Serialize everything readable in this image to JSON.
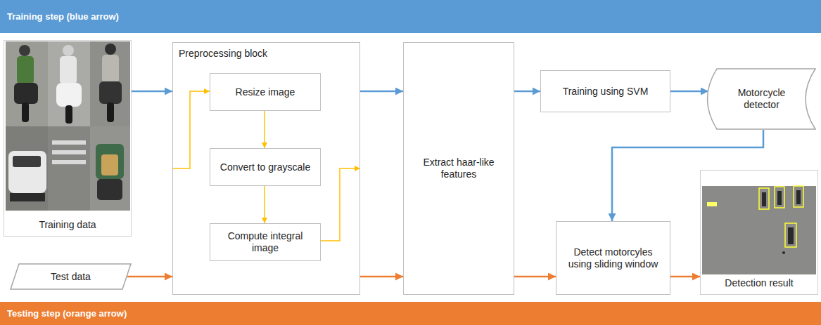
{
  "diagram": {
    "nodes": [
      {
        "text": [
          "Training step (blue arrow)"
        ]
      },
      {
        "text": [
          "Training data"
        ]
      },
      {
        "text": [
          "Preprocessing block"
        ]
      },
      {
        "text": [
          "Resize image"
        ],
        "in": 2
      },
      {
        "text": [
          "Convert to grayscale"
        ],
        "in": 2
      },
      {
        "text": [
          "Compute integral image"
        ],
        "in": 2
      },
      {
        "text": [
          "Extract haar-like features"
        ]
      },
      {
        "text": [
          "Training using SVM"
        ]
      },
      {
        "text": [
          "Motorcycle detector"
        ]
      },
      {
        "text": [
          "Detection result"
        ]
      },
      {
        "text": [
          "Detect motorcyles using sliding window"
        ]
      },
      {
        "text": [
          "Test data"
        ]
      },
      {
        "text": [
          "Testing step (orange arrow)"
        ]
      }
    ],
    "edges": [
      {
        "from": 1,
        "to": 2,
        "arrow": "to"
      },
      {
        "from": 2,
        "to": 3,
        "arrow": "to"
      },
      {
        "from": 3,
        "to": 4,
        "arrow": "to"
      },
      {
        "from": 4,
        "to": 5,
        "arrow": "to"
      },
      {
        "from": 5,
        "to": 2,
        "arrow": "to"
      },
      {
        "from": 2,
        "to": 6,
        "arrow": "to"
      },
      {
        "from": 6,
        "to": 7,
        "arrow": "to"
      },
      {
        "from": 7,
        "to": 8,
        "arrow": "to"
      },
      {
        "from": 8,
        "to": 10,
        "arrow": "to"
      },
      {
        "from": 11,
        "to": 2,
        "arrow": "to"
      },
      {
        "from": 2,
        "to": 6,
        "arrow": "to"
      },
      {
        "from": 6,
        "to": 10,
        "arrow": "to"
      },
      {
        "from": 10,
        "to": 9,
        "arrow": "to"
      }
    ]
  }
}
